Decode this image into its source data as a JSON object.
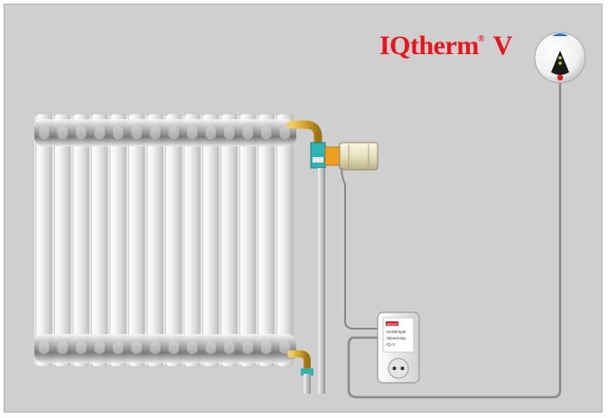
{
  "diagram": {
    "brand": {
      "name": "IQtherm",
      "mark": "®",
      "version": "V"
    },
    "components": {
      "radiator": "radiator",
      "thermostatic_head": "actuator",
      "controller": "wall-plug controller",
      "sensor": "room unit"
    },
    "controller_label": {
      "brand_tag": "IQtherm",
      "lines": [
        "Heizkörper",
        "Steuerung",
        "IQ-V"
      ]
    },
    "colors": {
      "background": "#cfcfcf",
      "brand_red": "#e8151b",
      "pipe_brass": "#d6a52a",
      "pipe_steel": "#c8c8c8",
      "valve_cyan": "#2fb3b3",
      "cable": "#8a8a8a"
    }
  }
}
